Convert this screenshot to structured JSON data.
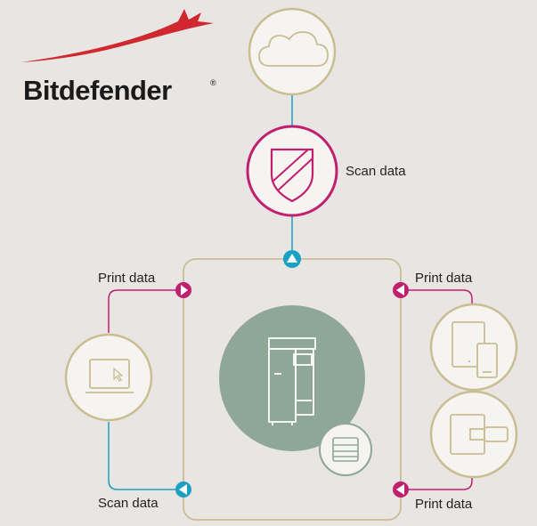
{
  "brand": {
    "name": "Bitdefender",
    "registered_mark": "®",
    "logo_color": "#d0282e"
  },
  "labels": {
    "scan_data_top": "Scan data",
    "print_data_left": "Print data",
    "scan_data_left": "Scan data",
    "print_data_right_top": "Print data",
    "print_data_right_bottom": "Print data"
  },
  "colors": {
    "background": "#e8e5e2",
    "circle_border": "#c9bd92",
    "shield_border": "#c0206f",
    "print_line": "#c0206f",
    "scan_line": "#1aa0c0",
    "printer_circle": "#8fa797",
    "frame": "#c9bd92"
  },
  "icons": [
    "cloud-icon",
    "shield-icon",
    "laptop-icon",
    "printer-icon",
    "tablet-phone-icon",
    "usb-drive-icon",
    "server-icon"
  ]
}
